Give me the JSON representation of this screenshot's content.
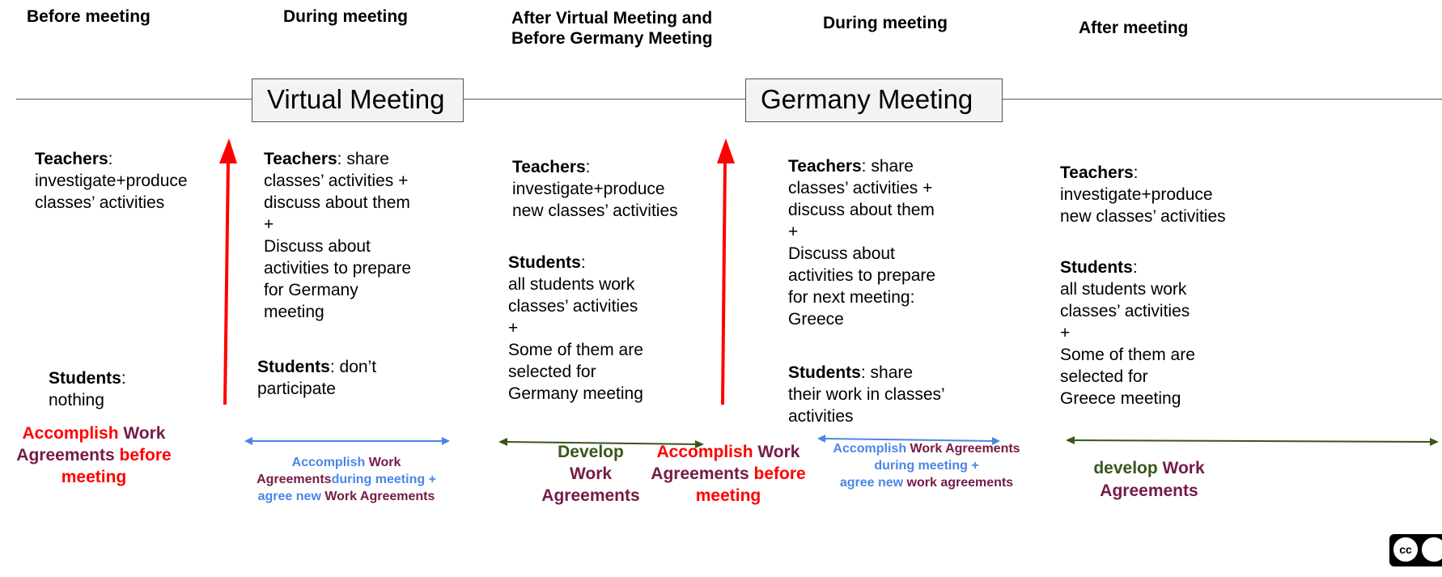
{
  "phases": {
    "p1": "Before meeting",
    "p2": "During meeting",
    "p3_line1": "After Virtual Meeting and",
    "p3_line2": "Before Germany Meeting",
    "p4": "During meeting",
    "p5": "After meeting"
  },
  "meetings": {
    "virtual": "Virtual Meeting",
    "germany": "Germany Meeting"
  },
  "col1": {
    "teachers_label": "Teachers",
    "teachers_l1": ":",
    "teachers_l2": "investigate+produce",
    "teachers_l3": "classes’ activities",
    "students_label": "Students",
    "students_l1": ":",
    "students_l2": "nothing"
  },
  "col2": {
    "teachers_label": "Teachers",
    "l1": ": share",
    "l2": "classes’ activities +",
    "l3": "discuss about them",
    "l4": "+",
    "l5": "Discuss about",
    "l6": "activities to prepare",
    "l7": "for Germany",
    "l8": "meeting",
    "students_label": "Students",
    "s1": ": don’t",
    "s2": "participate"
  },
  "col3": {
    "teachers_label": "Teachers",
    "t1": ":",
    "t2": "investigate+produce",
    "t3": "new classes’ activities",
    "students_label": "Students",
    "s1": ":",
    "s2": "all students work",
    "s3": "classes’ activities",
    "s4": "+",
    "s5": "Some of them are",
    "s6": "selected for",
    "s7": "Germany meeting"
  },
  "col4": {
    "teachers_label": "Teachers",
    "l1": ": share",
    "l2": "classes’ activities +",
    "l3": "discuss about them",
    "l4": "+",
    "l5": "Discuss about",
    "l6": "activities to prepare",
    "l7": "for next meeting:",
    "l8": "Greece",
    "students_label": "Students",
    "s1": ": share",
    "s2": "their work in classes’",
    "s3": "activities"
  },
  "col5": {
    "teachers_label": "Teachers",
    "t1": ":",
    "t2": "investigate+produce",
    "t3": "new classes’ activities",
    "students_label": "Students",
    "s1": ":",
    "s2": "all students work",
    "s3": "classes’ activities",
    "s4": "+",
    "s5": "Some of them are",
    "s6": "selected for",
    "s7": "Greece meeting"
  },
  "wa1": {
    "a": "Accomplish",
    "b": " Work",
    "c": "Agreements",
    "d": " before",
    "e": "meeting"
  },
  "wa2": {
    "a": "Accomplish",
    "b": " Work",
    "c": "Agreements",
    "d": "during meeting +",
    "e": "agree new",
    "f": " Work Agreements"
  },
  "wa3": {
    "a": "Develop",
    "b": "Work",
    "c": "Agreements"
  },
  "wa4": {
    "a": "Accomplish",
    "b": " Work",
    "c": "Agreements",
    "d": " before",
    "e": "meeting"
  },
  "wa5": {
    "a": "Accomplish",
    "b": " Work Agreements",
    "c": "during meeting +",
    "d": "agree new",
    "e": " work agreements"
  },
  "wa6": {
    "a": "develop",
    "b": " Work",
    "c": "Agreements"
  },
  "colors": {
    "red": "#ff0000",
    "maroon": "#741b47",
    "blue": "#4a86e8",
    "green": "#38571a",
    "line": "#555555"
  },
  "icons": {
    "license": "cc-license-icon"
  }
}
